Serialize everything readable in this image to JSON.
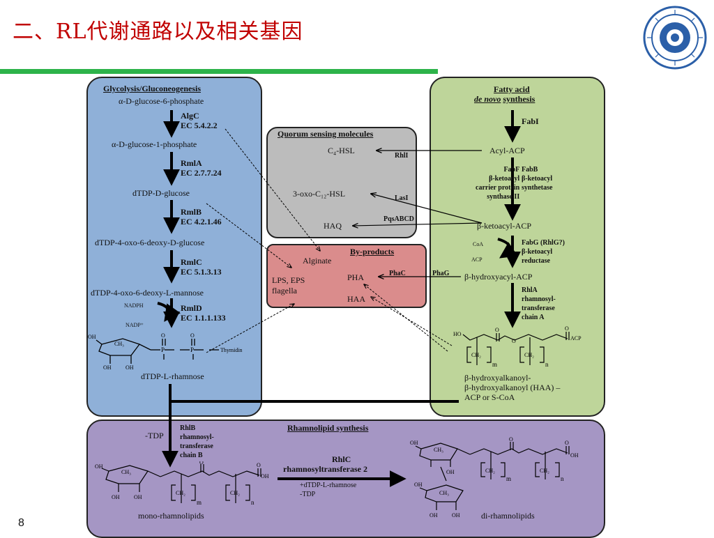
{
  "slide": {
    "title": "二、RL代谢通路以及相关基因",
    "page_number": "8",
    "title_color": "#c00000",
    "accent_bar_color": "#2db34a",
    "logo_icon": "tianjin-university-seal-icon"
  },
  "glycolysis": {
    "heading": "Glycolysis/Gluconeogenesis",
    "m1": "α-D-glucose-6-phosphate",
    "e1_name": "AlgC",
    "e1_ec": "EC 5.4.2.2",
    "m2": "α-D-glucose-1-phosphate",
    "e2_name": "RmlA",
    "e2_ec": "EC 2.7.7.24",
    "m3": "dTDP-D-glucose",
    "e3_name": "RmlB",
    "e3_ec": "EC 4.2.1.46",
    "m4": "dTDP-4-oxo-6-deoxy-D-glucose",
    "e4_name": "RmlC",
    "e4_ec": "EC 5.1.3.13",
    "m5": "dTDP-4-oxo-6-deoxy-L-mannose",
    "e5_name": "RmlD",
    "e5_ec": "EC 1.1.1.133",
    "cof_in": "NADPH",
    "cof_out": "NADP⁺",
    "m6": "dTDP-L-rhamnose",
    "thymidin": "Thymidin"
  },
  "quorum": {
    "heading": "Quorum sensing molecules",
    "c4": "C₄-HSL",
    "rhli": "RhlI",
    "oxo": "3-oxo-C₁₂-HSL",
    "lasi": "LasI",
    "haq": "HAQ",
    "pqs": "PqsABCD"
  },
  "byproducts": {
    "heading": "By-products",
    "alginate": "Alginate",
    "lps": "LPS, EPS",
    "flagella": "flagella",
    "pha": "PHA",
    "haa": "HAA",
    "phac": "PhaC",
    "phag": "PhaG"
  },
  "fatty": {
    "heading1": "Fatty acid",
    "heading2": "de novo",
    "heading3": "synthesis",
    "fabi": "FabI",
    "acyl": "Acyl-ACP",
    "fabf": [
      "FabF",
      "β-ketoacyl",
      "carrier protein",
      "synthase II"
    ],
    "fabb": [
      "FabB",
      "β-ketoacyl",
      "synthetase"
    ],
    "keto": "β-ketoacyl-ACP",
    "coa": "CoA",
    "acp": "ACP",
    "fabg": [
      "FabG (RhlG?)",
      "β-ketoacyl",
      "reductase"
    ],
    "hydroxy": "β-hydroxyacyl-ACP",
    "rhla": [
      "RhlA",
      "rhamnosyl-",
      "transferase",
      "chain A"
    ],
    "haa_lines": [
      "β-hydroxyalkanoyl-",
      "β-hydroxyalkanoyl (HAA) –",
      "ACP or S-CoA"
    ]
  },
  "rhamnolipid": {
    "heading": "Rhamnolipid synthesis",
    "tdp": "-TDP",
    "rhlb": [
      "RhlB",
      "rhamnosyl-",
      "transferase",
      "chain B"
    ],
    "rhlc": [
      "RhlC",
      "rhamnosyltransferase 2"
    ],
    "rhlc_sub": [
      "+dTDP-L-rhamnose",
      "-TDP"
    ],
    "mono": "mono-rhamnolipids",
    "di": "di-rhamnolipids"
  },
  "chem_labels": {
    "ho": "HO",
    "oh": "OH",
    "ch3": "CH₃",
    "ch2": "CH₂",
    "o": "O",
    "p": "P",
    "m": "m",
    "n": "n",
    "acp": "ACP"
  },
  "colors": {
    "glycolysis_panel": "#8fb0d8",
    "fatty_panel": "#bed59a",
    "quorum_panel": "#bcbcbc",
    "byproducts_panel": "#da8c8c",
    "rhamnolipid_panel": "#a596c4"
  }
}
